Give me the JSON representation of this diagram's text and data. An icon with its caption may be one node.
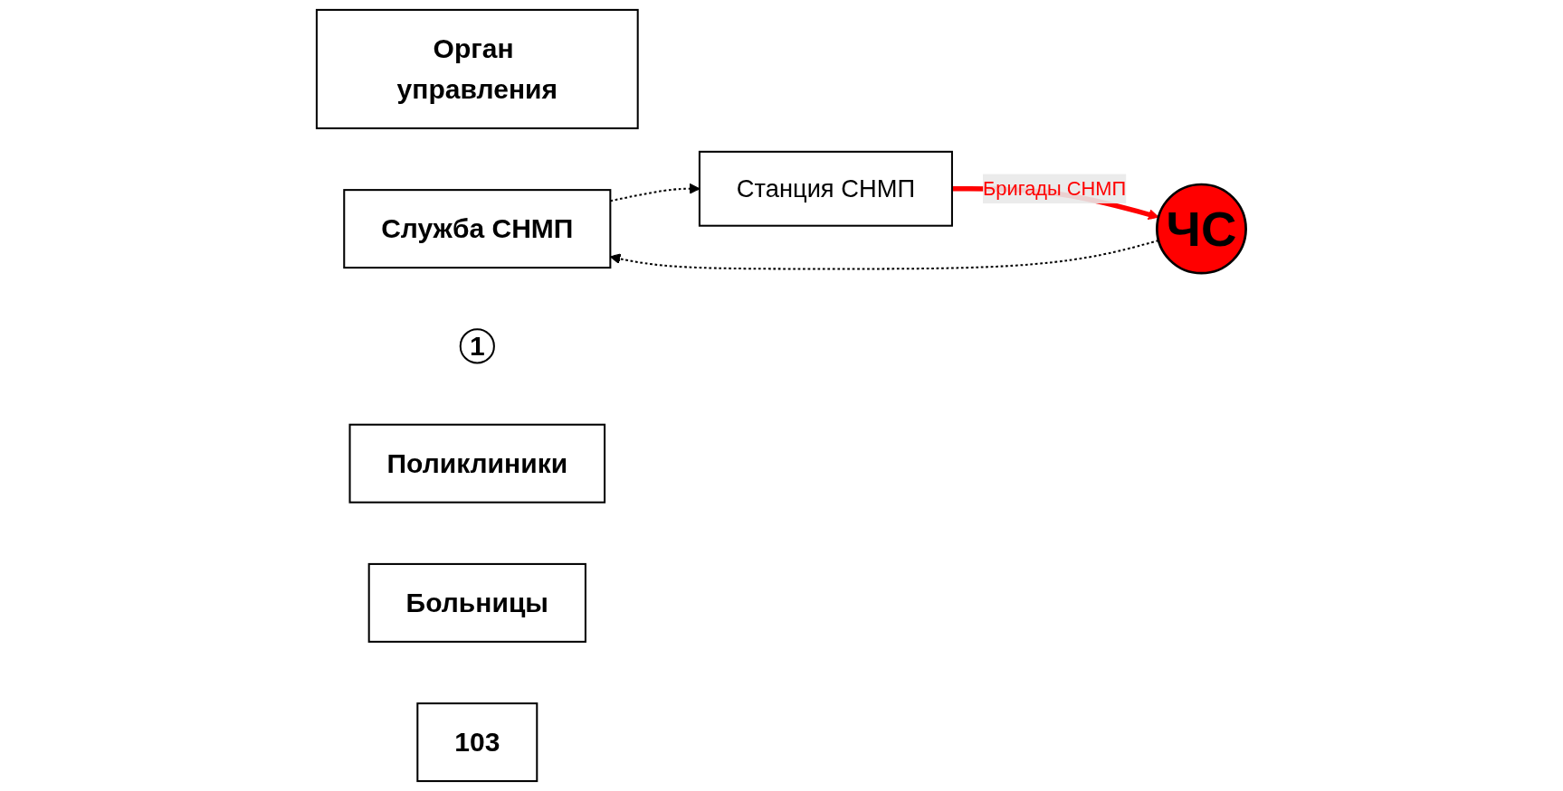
{
  "diagram": {
    "nodes": [
      {
        "text": [
          "Орган управления"
        ]
      },
      {
        "text": [
          "Служба СНМП"
        ]
      },
      {
        "text": [
          "Станция СНМП"
        ]
      },
      {
        "text": [
          "1"
        ]
      },
      {
        "text": [
          "Поликлиники"
        ]
      },
      {
        "text": [
          "Больницы"
        ]
      },
      {
        "text": [
          "103"
        ]
      },
      {
        "text": [
          "ЧС"
        ]
      }
    ],
    "edges": [
      {
        "from": 7,
        "to": 1,
        "arrow": "to",
        "style": "dashed"
      },
      {
        "from": 1,
        "to": 2,
        "arrow": "to",
        "style": "dashed"
      },
      {
        "from": 2,
        "to": 7,
        "arrow": "to",
        "style": "thick",
        "color": "#ff0000",
        "label": "Бригады СНМП"
      }
    ]
  }
}
